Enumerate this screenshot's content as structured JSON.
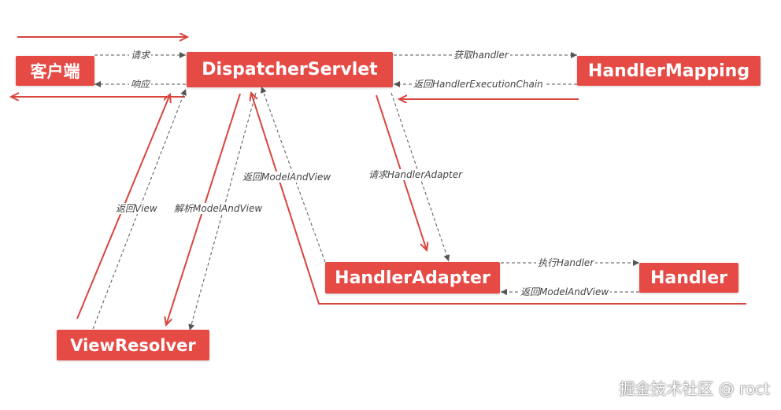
{
  "nodes": {
    "client": "客户端",
    "dispatcher": "DispatcherServlet",
    "handler_mapping": "HandlerMapping",
    "handler_adapter": "HandlerAdapter",
    "handler": "Handler",
    "view_resolver": "ViewResolver"
  },
  "edges": {
    "request": "请求",
    "response": "响应",
    "get_handler": "获取handler",
    "return_chain": "返回HandlerExecutionChain",
    "request_adapter": "请求HandlerAdapter",
    "return_mav_dispatcher": "返回ModelAndView",
    "parse_mav": "解析ModelAndView",
    "return_view": "返回View",
    "execute_handler": "执行Handler",
    "return_mav_adapter": "返回ModelAndView"
  },
  "watermark": "掘金技术社区 @ roct",
  "colors": {
    "node_fill": "#e64a45",
    "flow_line": "#d9453f",
    "dashed_line": "#555555"
  }
}
